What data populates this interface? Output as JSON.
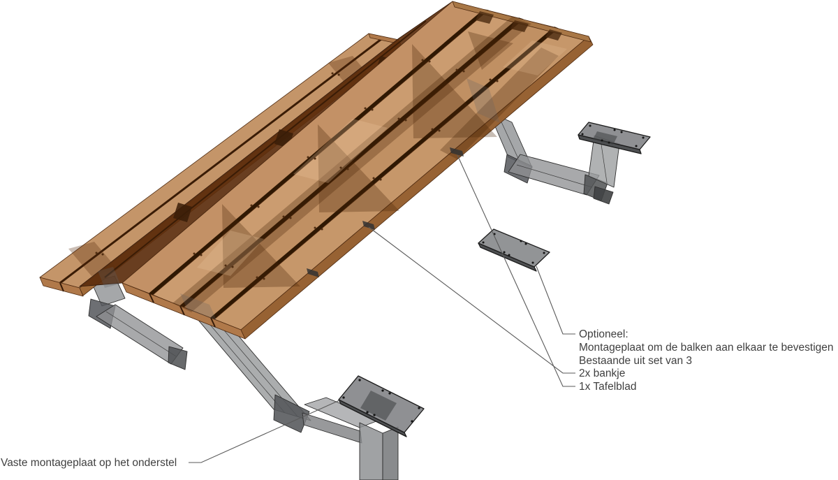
{
  "annotations": {
    "optional_note": {
      "heading": "Optioneel:",
      "description": "Montageplaat om de balken aan elkaar te bevestigen",
      "set_info": "Bestaande uit set van 3",
      "item_bench": "2x bankje",
      "item_tabletop": "1x Tafelblad"
    },
    "fixed_plate_note": "Vaste montageplaat op het onderstel"
  },
  "colors": {
    "background": "#ffffff",
    "wood_plank": "#c6976a",
    "wood_plank_light": "#cb9c70",
    "wood_plank_deep": "#c09063",
    "wood_bench": "#c49569",
    "wood_side": "#976233",
    "wood_end": "#b0794a",
    "wood_dark_channel": "#5c2e0d",
    "wood_gap": "#2f1803",
    "metal": "#8f9193",
    "metal_dark": "#54565a",
    "metal_plate": "#7f8184",
    "leader_line": "#5a5a5a",
    "text": "#3f3f3f"
  }
}
